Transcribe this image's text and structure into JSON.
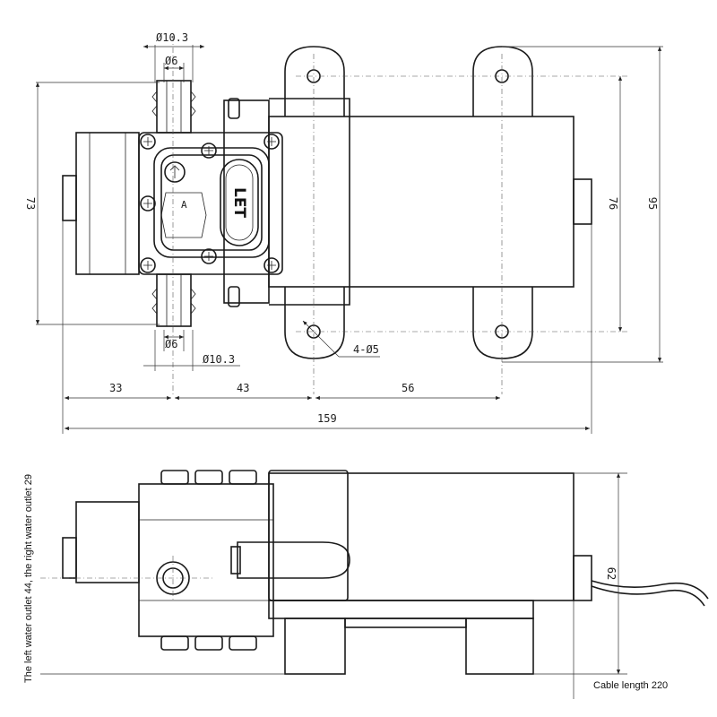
{
  "top_view": {
    "dims": {
      "outlet_outer_top": "Ø10.3",
      "outlet_inner_top": "Ø6",
      "outlet_inner_bottom": "Ø6",
      "outlet_outer_bottom": "Ø10.3",
      "height_left": "73",
      "height_motor": "76",
      "height_total": "95",
      "holes": "4-Ø5",
      "span_1": "33",
      "span_2": "43",
      "span_3": "56",
      "length_total": "159"
    },
    "head_label": "LET",
    "valve_mark": "A"
  },
  "side_view": {
    "dims": {
      "height": "62"
    }
  },
  "notes": {
    "outlets": "The left water outlet 44, the right water outlet 29",
    "cable": "Cable length 220"
  }
}
